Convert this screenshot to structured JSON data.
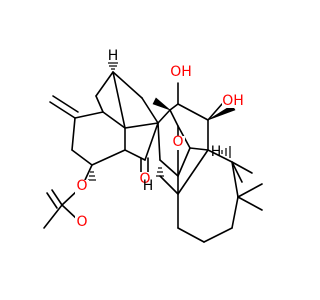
{
  "colors": {
    "carbon_bond": "#000000",
    "oxygen": "#ff0000",
    "background": "#ffffff"
  },
  "atoms": {
    "oh_top": "OH",
    "oh_right": "OH",
    "o_bridge": "O",
    "o_carbonyl": "O",
    "o_ester": "O",
    "o_acetyl": "O",
    "h_top": "H",
    "h_right": "H",
    "h_center": "H"
  }
}
